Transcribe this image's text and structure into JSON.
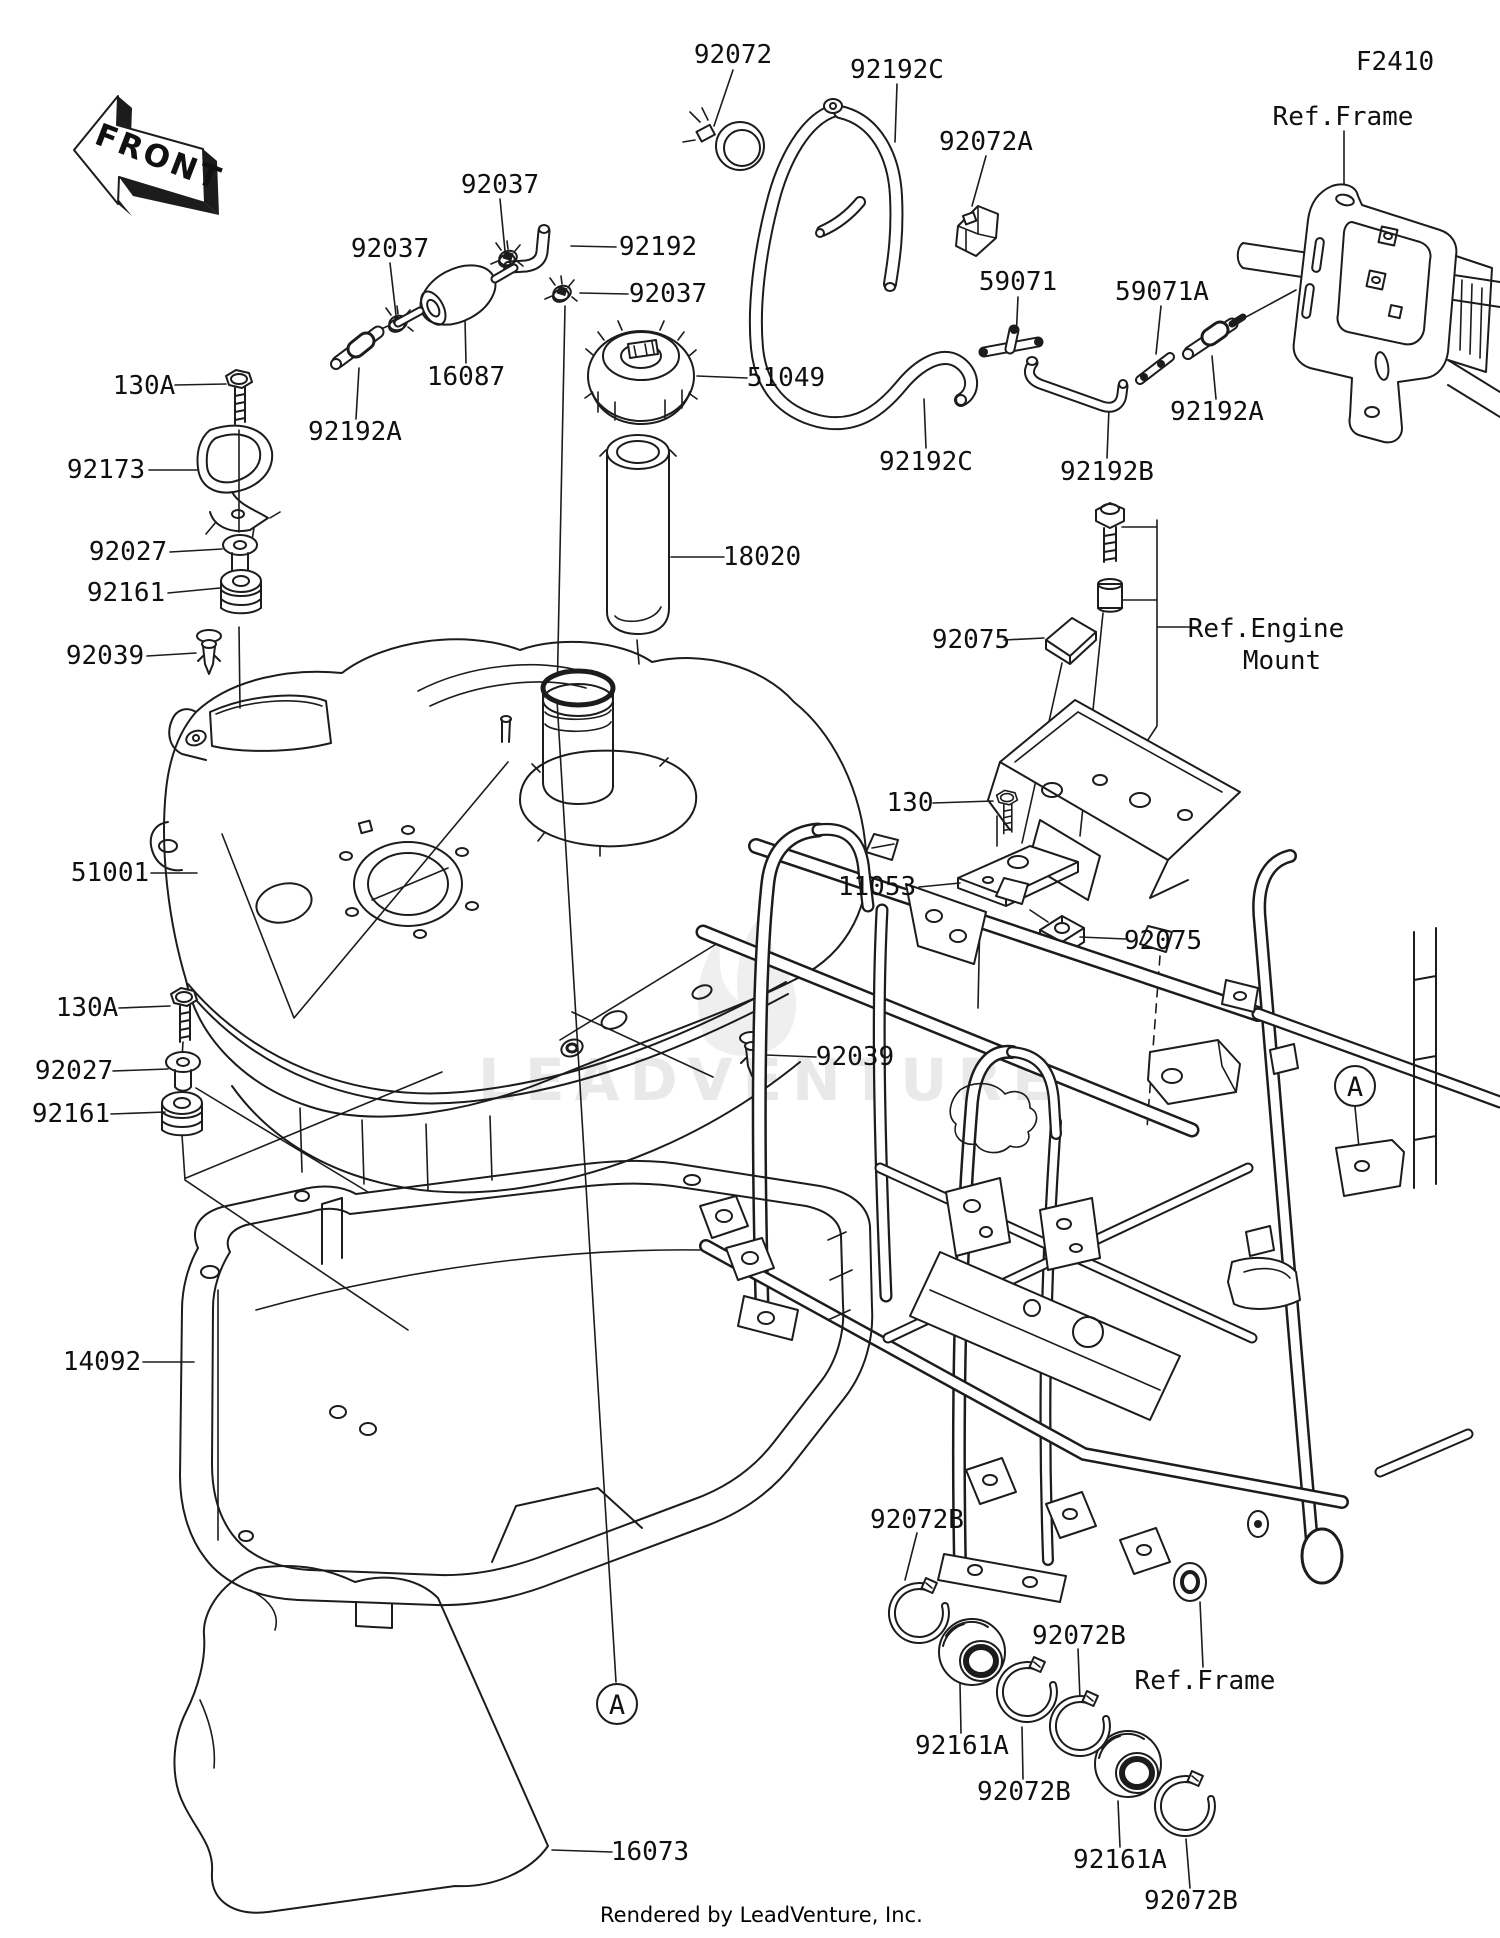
{
  "diagram": {
    "figure_code": "F2410",
    "front_marker": "FRONT",
    "detail_marker": "A",
    "watermark": "LEADVENTURE",
    "footer": "Rendered by LeadVenture, Inc."
  },
  "colors": {
    "line": "#1c1c1c",
    "background": "#ffffff",
    "watermark": "#e9e9e9"
  },
  "part_labels": [
    {
      "id": "clamp-top",
      "text": "92072"
    },
    {
      "id": "hose-c-top",
      "text": "92192C"
    },
    {
      "id": "figure-code",
      "text": "F2410"
    },
    {
      "id": "connector",
      "text": "92072A"
    },
    {
      "id": "ref-frame-top",
      "text": "Ref.Frame"
    },
    {
      "id": "clamp-a",
      "text": "92037"
    },
    {
      "id": "clamp-b",
      "text": "92037"
    },
    {
      "id": "hose-elbow",
      "text": "92192"
    },
    {
      "id": "clamp-c",
      "text": "92037"
    },
    {
      "id": "joint-t",
      "text": "59071"
    },
    {
      "id": "joint-straight",
      "text": "59071A"
    },
    {
      "id": "pipe-right",
      "text": "92192A"
    },
    {
      "id": "bolt-top",
      "text": "130A"
    },
    {
      "id": "pipe-left",
      "text": "92192A"
    },
    {
      "id": "fuel-filter",
      "text": "16087"
    },
    {
      "id": "tank-cap",
      "text": "51049"
    },
    {
      "id": "bracket-clip",
      "text": "92173"
    },
    {
      "id": "grommet-top",
      "text": "92027"
    },
    {
      "id": "damper-top",
      "text": "92161"
    },
    {
      "id": "rivet-left",
      "text": "92039"
    },
    {
      "id": "filler-tube",
      "text": "18020"
    },
    {
      "id": "hose-c-bottom",
      "text": "92192C"
    },
    {
      "id": "hose-b",
      "text": "92192B"
    },
    {
      "id": "cushion-top",
      "text": "92075"
    },
    {
      "id": "ref-engine-line1",
      "text": "Ref.Engine"
    },
    {
      "id": "ref-engine-line2",
      "text": "Mount"
    },
    {
      "id": "bolt-mid",
      "text": "130"
    },
    {
      "id": "plate",
      "text": "11053"
    },
    {
      "id": "cushion-bottom",
      "text": "92075"
    },
    {
      "id": "fuel-tank",
      "text": "51001"
    },
    {
      "id": "bolt-bottom",
      "text": "130A"
    },
    {
      "id": "grommet-bottom",
      "text": "92027"
    },
    {
      "id": "damper-bottom",
      "text": "92161"
    },
    {
      "id": "rivet-right",
      "text": "92039"
    },
    {
      "id": "tank-cover",
      "text": "14092"
    },
    {
      "id": "band-1",
      "text": "92072B"
    },
    {
      "id": "band-2",
      "text": "92072B"
    },
    {
      "id": "ref-frame-bottom",
      "text": "Ref.Frame"
    },
    {
      "id": "boot-1",
      "text": "92161A"
    },
    {
      "id": "band-3",
      "text": "92072B"
    },
    {
      "id": "boot-2",
      "text": "92161A"
    },
    {
      "id": "band-4",
      "text": "92072B"
    },
    {
      "id": "heat-shield",
      "text": "16073"
    }
  ]
}
